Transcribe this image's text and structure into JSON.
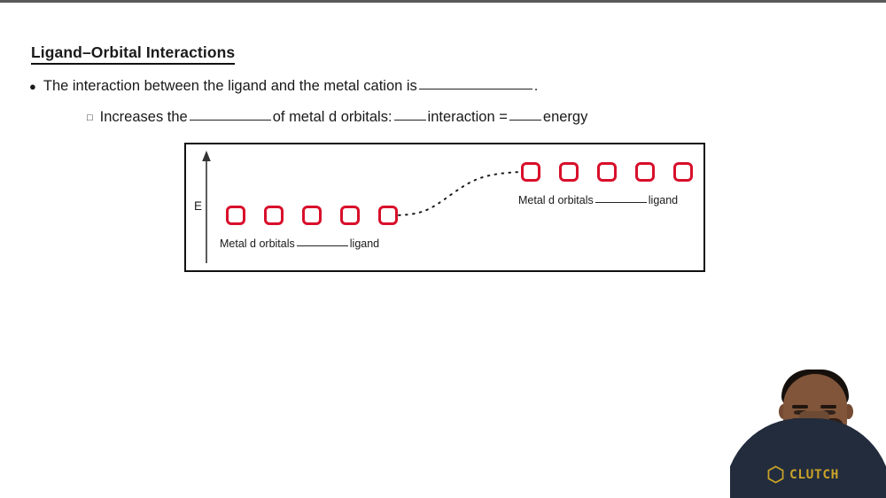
{
  "slide": {
    "title": "Ligand–Orbital Interactions",
    "bullets": [
      {
        "marker": "●",
        "text_before": "The interaction between the ligand and the metal cation is",
        "text_after": "."
      },
      {
        "marker": "□",
        "part_1": "Increases the",
        "part_2": "of metal d orbitals:",
        "part_3": "interaction =",
        "part_4": "energy"
      }
    ]
  },
  "diagram": {
    "axis_label": "E",
    "accent_color": "#d80f2b",
    "border_color": "#111111",
    "levels": [
      {
        "name": "lower-energy-level",
        "orbital_count": 5,
        "label_before": "Metal d orbitals",
        "label_after": "ligand"
      },
      {
        "name": "higher-energy-level",
        "orbital_count": 5,
        "label_before": "Metal d orbitals",
        "label_after": "ligand"
      }
    ]
  },
  "webcam": {
    "brand": "CLUTCH",
    "brand_color": "#c9a227",
    "shirt_color": "#222c3d"
  }
}
